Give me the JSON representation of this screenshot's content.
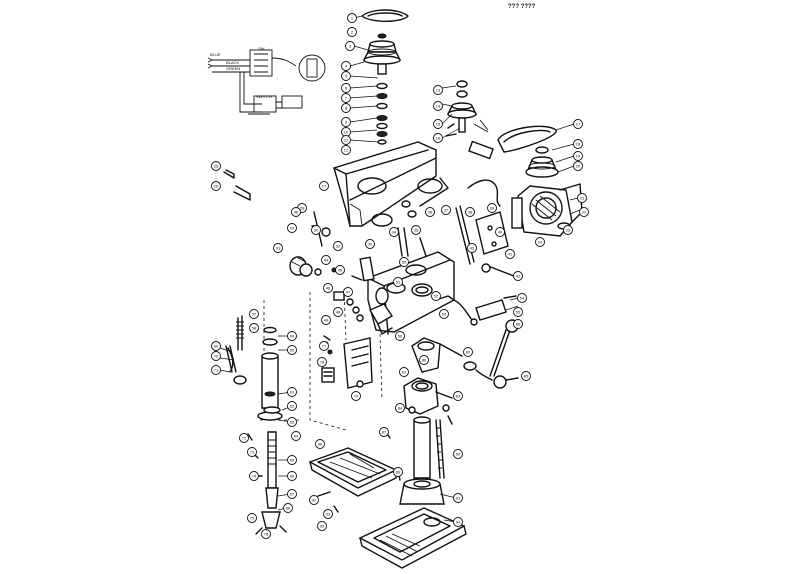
{
  "header_text": "??? ????",
  "wiring_labels": [
    "BLUE",
    "BLACK",
    "GREEN",
    "SW",
    "SWITCH"
  ],
  "callout_count": 96
}
